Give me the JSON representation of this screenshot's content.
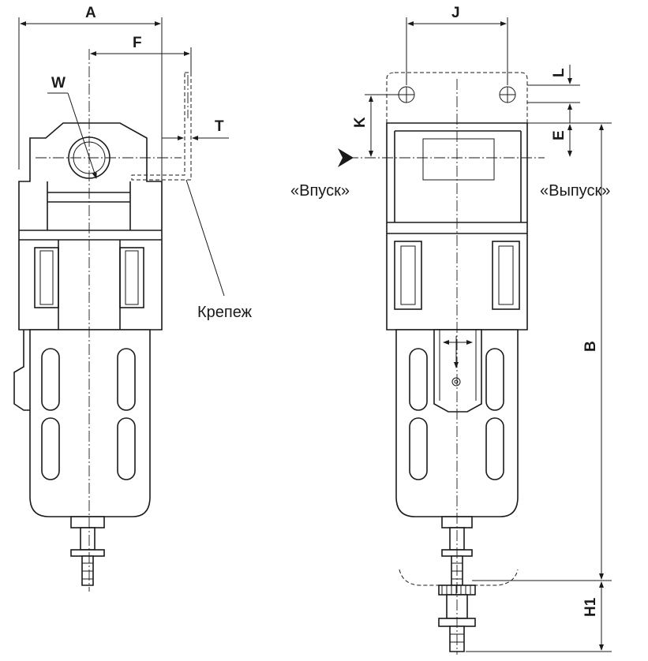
{
  "dimensions": {
    "A": "A",
    "F": "F",
    "W": "W",
    "T": "T",
    "J": "J",
    "L": "L",
    "K": "K",
    "E": "E",
    "B": "B",
    "H1": "H1"
  },
  "callouts": {
    "fastener": "Крепеж",
    "inlet": "«Впуск»",
    "outlet": "«Выпуск»"
  }
}
